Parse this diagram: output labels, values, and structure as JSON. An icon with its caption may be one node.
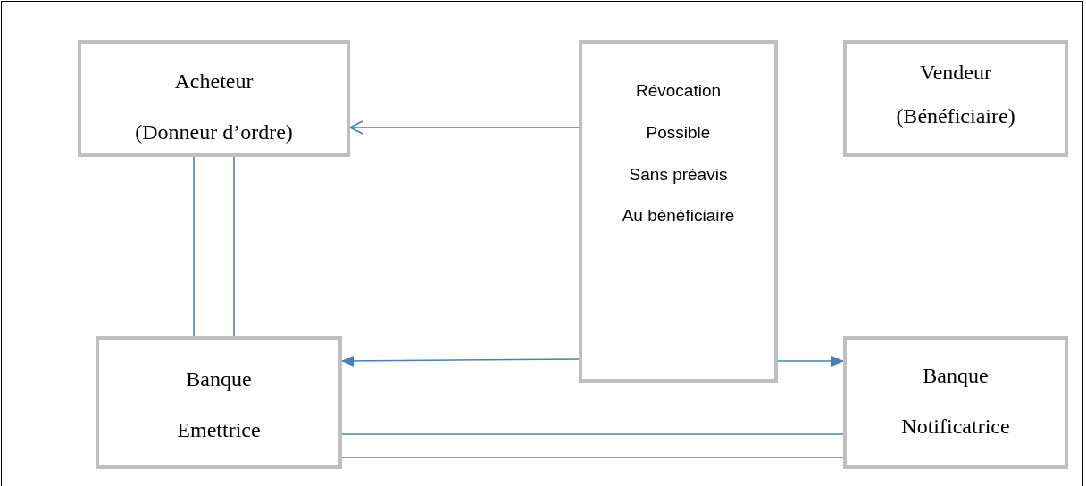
{
  "diagram": {
    "nodes": [
      {
        "text": [
          "Acheteur",
          "(Donneur d’ordre)"
        ]
      },
      {
        "text": [
          "Révocation",
          "Possible",
          "Sans préavis",
          "Au bénéficiaire"
        ]
      },
      {
        "text": [
          "Vendeur",
          "(Bénéficiaire)"
        ]
      },
      {
        "text": [
          "Banque",
          "Emettrice"
        ]
      },
      {
        "text": [
          "Banque",
          "Notificatrice"
        ]
      }
    ],
    "edges": [
      {
        "from": 1,
        "to": 0,
        "arrow": "to"
      },
      {
        "from": 0,
        "to": 3,
        "arrow": "none"
      },
      {
        "from": 0,
        "to": 3,
        "arrow": "none"
      },
      {
        "from": 1,
        "to": 3,
        "arrow": "to"
      },
      {
        "from": 1,
        "to": 4,
        "arrow": "to"
      },
      {
        "from": 3,
        "to": 4,
        "arrow": "none"
      },
      {
        "from": 3,
        "to": 4,
        "arrow": "none"
      }
    ]
  }
}
